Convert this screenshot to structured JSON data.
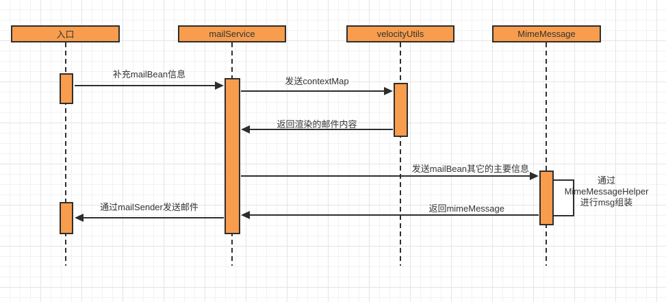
{
  "diagram_type": "uml-sequence",
  "actors": [
    {
      "label": "入口"
    },
    {
      "label": "mailService"
    },
    {
      "label": "velocityUtils"
    },
    {
      "label": "MimeMessage"
    }
  ],
  "messages": [
    {
      "label": "补充mailBean信息",
      "from": "入口",
      "to": "mailService",
      "direction": "right"
    },
    {
      "label": "发送contextMap",
      "from": "mailService",
      "to": "velocityUtils",
      "direction": "right"
    },
    {
      "label": "返回渲染的邮件内容",
      "from": "velocityUtils",
      "to": "mailService",
      "direction": "left"
    },
    {
      "label": "发送mailBean其它的主要信息",
      "from": "mailService",
      "to": "MimeMessage",
      "direction": "right"
    },
    {
      "label": "返回mimeMessage",
      "from": "MimeMessage",
      "to": "mailService",
      "direction": "left"
    },
    {
      "label": "通过mailSender发送邮件",
      "from": "mailService",
      "to": "入口",
      "direction": "left"
    }
  ],
  "note": {
    "lines": [
      "通过",
      "MimeMessageHelper",
      "进行msg组装"
    ],
    "attached_to": "MimeMessage"
  },
  "colors": {
    "accent": "#F79D4D",
    "stroke": "#2D2D2D",
    "text": "#333333",
    "grid_minor": "#F2F2F2",
    "grid_major": "#E4E4E4",
    "background": "#FFFFFF"
  }
}
